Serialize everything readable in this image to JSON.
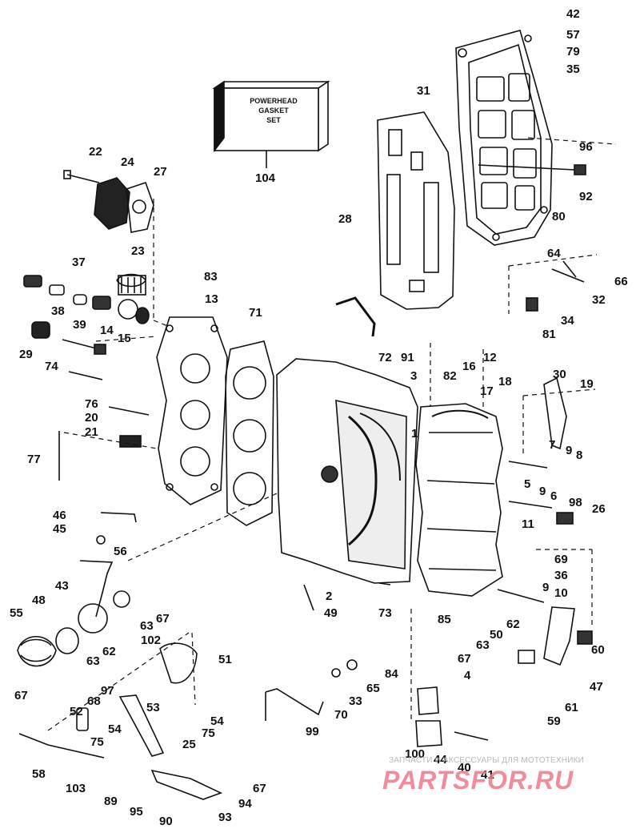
{
  "gasket_set_box": {
    "lines": [
      "POWERHEAD",
      "GASKET",
      "SET"
    ]
  },
  "callouts": [
    {
      "id": "42",
      "text": "42"
    },
    {
      "id": "57",
      "text": "57"
    },
    {
      "id": "79",
      "text": "79"
    },
    {
      "id": "35",
      "text": "35"
    },
    {
      "id": "31",
      "text": "31"
    },
    {
      "id": "96",
      "text": "96"
    },
    {
      "id": "92",
      "text": "92"
    },
    {
      "id": "80",
      "text": "80"
    },
    {
      "id": "104",
      "text": "104"
    },
    {
      "id": "22",
      "text": "22"
    },
    {
      "id": "24",
      "text": "24"
    },
    {
      "id": "27",
      "text": "27"
    },
    {
      "id": "28",
      "text": "28"
    },
    {
      "id": "23",
      "text": "23"
    },
    {
      "id": "37",
      "text": "37"
    },
    {
      "id": "83",
      "text": "83"
    },
    {
      "id": "64",
      "text": "64"
    },
    {
      "id": "66",
      "text": "66"
    },
    {
      "id": "32",
      "text": "32"
    },
    {
      "id": "34",
      "text": "34"
    },
    {
      "id": "81",
      "text": "81"
    },
    {
      "id": "38",
      "text": "38"
    },
    {
      "id": "39",
      "text": "39"
    },
    {
      "id": "14",
      "text": "14"
    },
    {
      "id": "15",
      "text": "15"
    },
    {
      "id": "13",
      "text": "13"
    },
    {
      "id": "71",
      "text": "71"
    },
    {
      "id": "29",
      "text": "29"
    },
    {
      "id": "74",
      "text": "74"
    },
    {
      "id": "72",
      "text": "72"
    },
    {
      "id": "91",
      "text": "91"
    },
    {
      "id": "12",
      "text": "12"
    },
    {
      "id": "16",
      "text": "16"
    },
    {
      "id": "82",
      "text": "82"
    },
    {
      "id": "18",
      "text": "18"
    },
    {
      "id": "3",
      "text": "3"
    },
    {
      "id": "30",
      "text": "30"
    },
    {
      "id": "19",
      "text": "19"
    },
    {
      "id": "17",
      "text": "17"
    },
    {
      "id": "76",
      "text": "76"
    },
    {
      "id": "20",
      "text": "20"
    },
    {
      "id": "1",
      "text": "1"
    },
    {
      "id": "21",
      "text": "21"
    },
    {
      "id": "7",
      "text": "7"
    },
    {
      "id": "9a",
      "text": "9"
    },
    {
      "id": "8",
      "text": "8"
    },
    {
      "id": "77",
      "text": "77"
    },
    {
      "id": "5",
      "text": "5"
    },
    {
      "id": "9b",
      "text": "9"
    },
    {
      "id": "6",
      "text": "6"
    },
    {
      "id": "98",
      "text": "98"
    },
    {
      "id": "26",
      "text": "26"
    },
    {
      "id": "46",
      "text": "46"
    },
    {
      "id": "11",
      "text": "11"
    },
    {
      "id": "45",
      "text": "45"
    },
    {
      "id": "56",
      "text": "56"
    },
    {
      "id": "69",
      "text": "69"
    },
    {
      "id": "43",
      "text": "43"
    },
    {
      "id": "36",
      "text": "36"
    },
    {
      "id": "48",
      "text": "48"
    },
    {
      "id": "2",
      "text": "2"
    },
    {
      "id": "9c",
      "text": "9"
    },
    {
      "id": "10",
      "text": "10"
    },
    {
      "id": "55",
      "text": "55"
    },
    {
      "id": "49",
      "text": "49"
    },
    {
      "id": "73",
      "text": "73"
    },
    {
      "id": "85",
      "text": "85"
    },
    {
      "id": "67a",
      "text": "67"
    },
    {
      "id": "63a",
      "text": "63"
    },
    {
      "id": "62a",
      "text": "62"
    },
    {
      "id": "102",
      "text": "102"
    },
    {
      "id": "50",
      "text": "50"
    },
    {
      "id": "60",
      "text": "60"
    },
    {
      "id": "62b",
      "text": "62"
    },
    {
      "id": "51",
      "text": "51"
    },
    {
      "id": "63b",
      "text": "63"
    },
    {
      "id": "63c",
      "text": "63"
    },
    {
      "id": "84",
      "text": "84"
    },
    {
      "id": "67b",
      "text": "67"
    },
    {
      "id": "47",
      "text": "47"
    },
    {
      "id": "4",
      "text": "4"
    },
    {
      "id": "65",
      "text": "65"
    },
    {
      "id": "97",
      "text": "97"
    },
    {
      "id": "67c",
      "text": "67"
    },
    {
      "id": "68",
      "text": "68"
    },
    {
      "id": "53",
      "text": "53"
    },
    {
      "id": "33",
      "text": "33"
    },
    {
      "id": "61",
      "text": "61"
    },
    {
      "id": "52",
      "text": "52"
    },
    {
      "id": "54a",
      "text": "54"
    },
    {
      "id": "70",
      "text": "70"
    },
    {
      "id": "75a",
      "text": "75"
    },
    {
      "id": "59",
      "text": "59"
    },
    {
      "id": "99",
      "text": "99"
    },
    {
      "id": "54b",
      "text": "54"
    },
    {
      "id": "25",
      "text": "25"
    },
    {
      "id": "75b",
      "text": "75"
    },
    {
      "id": "100",
      "text": "100"
    },
    {
      "id": "44",
      "text": "44"
    },
    {
      "id": "40",
      "text": "40"
    },
    {
      "id": "41",
      "text": "41"
    },
    {
      "id": "58",
      "text": "58"
    },
    {
      "id": "103",
      "text": "103"
    },
    {
      "id": "67d",
      "text": "67"
    },
    {
      "id": "89",
      "text": "89"
    },
    {
      "id": "95",
      "text": "95"
    },
    {
      "id": "94",
      "text": "94"
    },
    {
      "id": "90",
      "text": "90"
    },
    {
      "id": "93",
      "text": "93"
    }
  ],
  "watermark": {
    "caption": "ЗАПЧАСТИ И АКСЕССУАРЫ ДЛЯ МОТОТЕХНИКИ",
    "logo": "PARTSFOR.RU"
  }
}
